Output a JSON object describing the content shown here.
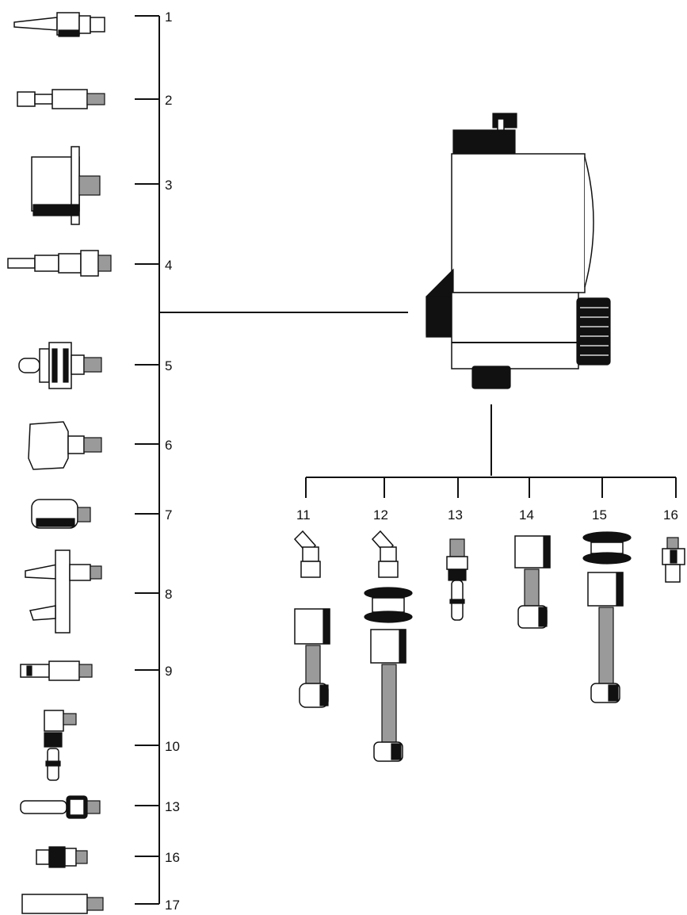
{
  "diagram": {
    "left_labels": [
      "1",
      "2",
      "3",
      "4",
      "5",
      "6",
      "7",
      "8",
      "9",
      "10",
      "13",
      "16",
      "17"
    ],
    "right_labels": [
      "11",
      "12",
      "13",
      "14",
      "15",
      "16"
    ],
    "main_unit_icon": "regulator-body-icon"
  }
}
